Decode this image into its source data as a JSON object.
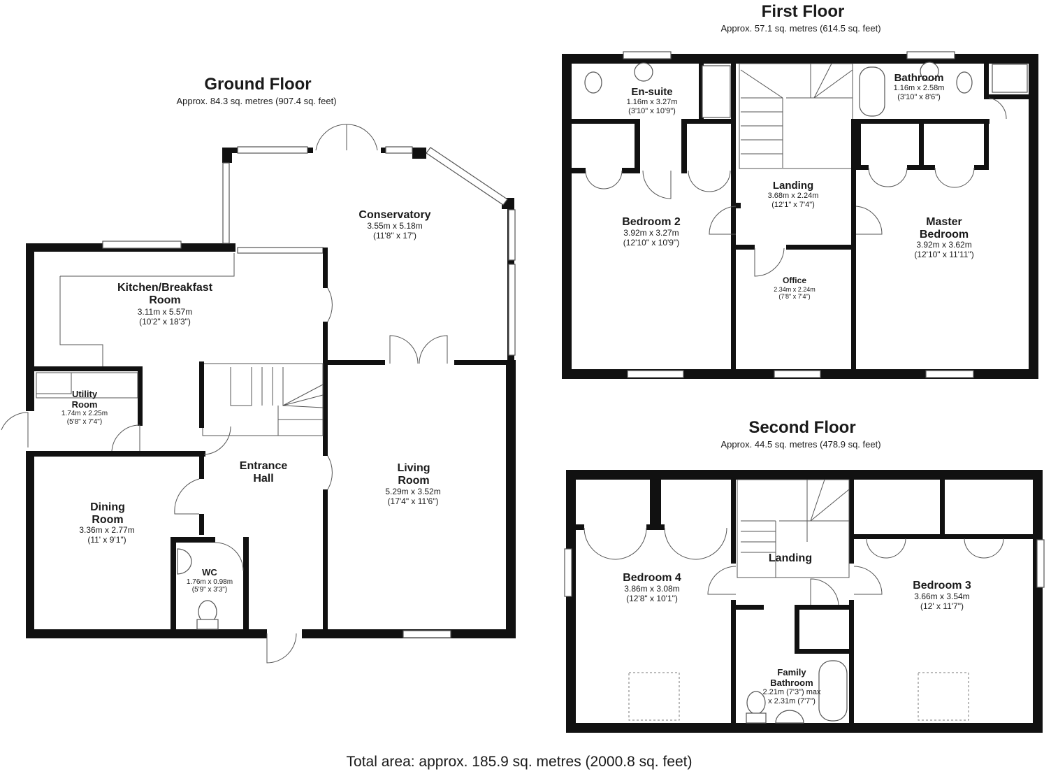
{
  "total_area": "Total area: approx. 185.9 sq. metres (2000.8 sq. feet)",
  "floors": {
    "ground": {
      "title": "Ground Floor",
      "area": "Approx. 84.3 sq. metres (907.4 sq. feet)",
      "rooms": {
        "conservatory": {
          "name": "Conservatory",
          "dim_m": "3.55m x 5.18m",
          "dim_ft": "(11'8\" x 17')"
        },
        "kitchen": {
          "name": "Kitchen/Breakfast Room",
          "dim_m": "3.11m x 5.57m",
          "dim_ft": "(10'2\" x 18'3\")"
        },
        "utility": {
          "name": "Utility Room",
          "dim_m": "1.74m x 2.25m",
          "dim_ft": "(5'8\" x 7'4\")"
        },
        "entrance": {
          "name": "Entrance Hall"
        },
        "living": {
          "name": "Living Room",
          "dim_m": "5.29m x 3.52m",
          "dim_ft": "(17'4\" x 11'6\")"
        },
        "dining": {
          "name": "Dining Room",
          "dim_m": "3.36m x 2.77m",
          "dim_ft": "(11' x 9'1\")"
        },
        "wc": {
          "name": "WC",
          "dim_m": "1.76m x 0.98m",
          "dim_ft": "(5'9\" x 3'3\")"
        }
      }
    },
    "first": {
      "title": "First Floor",
      "area": "Approx. 57.1 sq. metres (614.5 sq. feet)",
      "rooms": {
        "ensuite": {
          "name": "En-suite",
          "dim_m": "1.16m x 3.27m",
          "dim_ft": "(3'10\" x 10'9\")"
        },
        "bathroom": {
          "name": "Bathroom",
          "dim_m": "1.16m x 2.58m",
          "dim_ft": "(3'10\" x 8'6\")"
        },
        "bedroom2": {
          "name": "Bedroom 2",
          "dim_m": "3.92m x 3.27m",
          "dim_ft": "(12'10\" x 10'9\")"
        },
        "landing": {
          "name": "Landing",
          "dim_m": "3.68m x 2.24m",
          "dim_ft": "(12'1\" x 7'4\")"
        },
        "master": {
          "name": "Master Bedroom",
          "dim_m": "3.92m x 3.62m",
          "dim_ft": "(12'10\" x 11'11\")"
        },
        "office": {
          "name": "Office",
          "dim_m": "2.34m x 2.24m",
          "dim_ft": "(7'8\" x 7'4\")"
        }
      }
    },
    "second": {
      "title": "Second Floor",
      "area": "Approx. 44.5 sq. metres (478.9 sq. feet)",
      "rooms": {
        "landing": {
          "name": "Landing"
        },
        "bedroom4": {
          "name": "Bedroom 4",
          "dim_m": "3.86m x 3.08m",
          "dim_ft": "(12'8\" x 10'1\")"
        },
        "bedroom3": {
          "name": "Bedroom 3",
          "dim_m": "3.66m x 3.54m",
          "dim_ft": "(12' x 11'7\")"
        },
        "family_bath": {
          "name": "Family Bathroom",
          "dim_1": "2.21m (7'3\") max",
          "dim_2": "x 2.31m (7'7\")"
        }
      }
    }
  }
}
